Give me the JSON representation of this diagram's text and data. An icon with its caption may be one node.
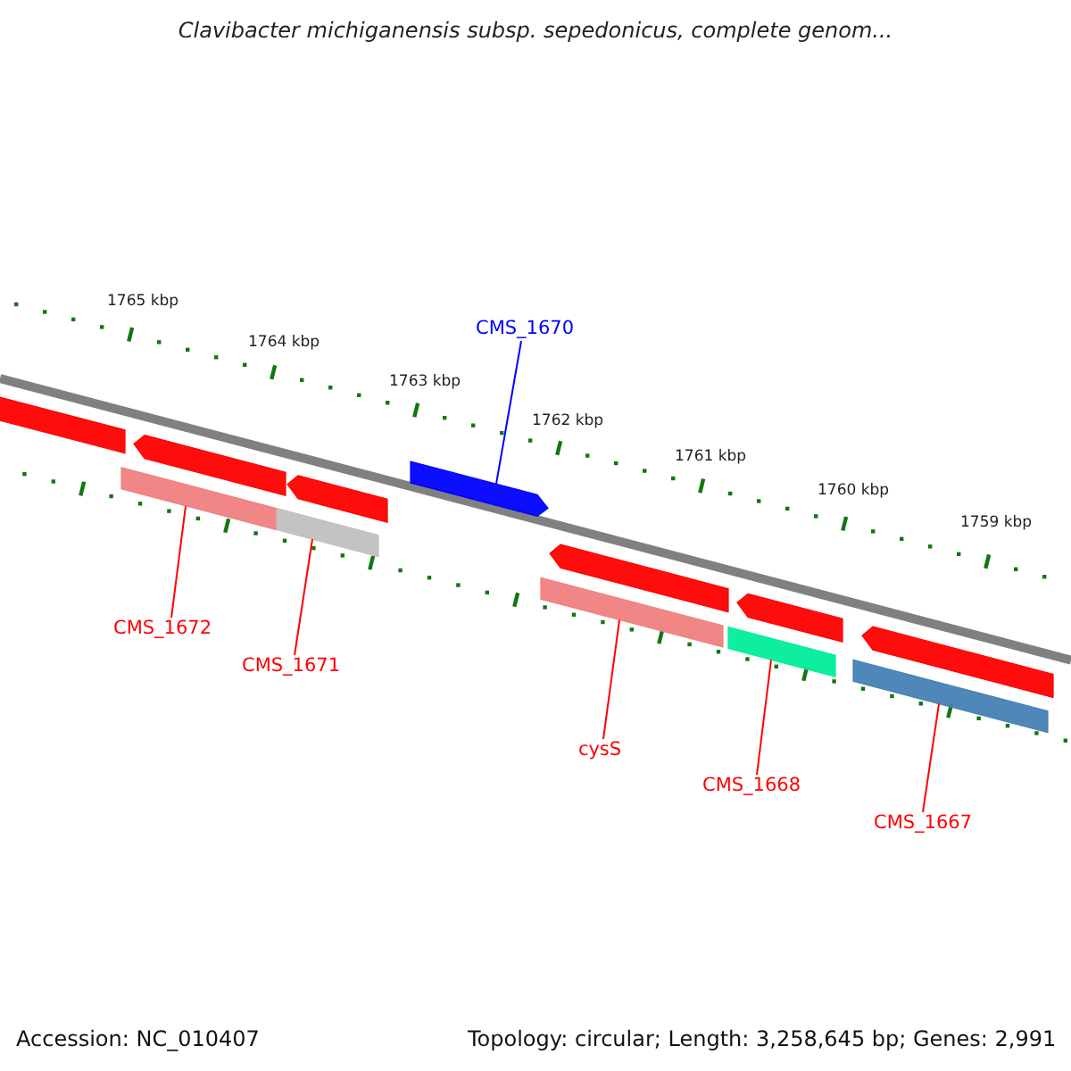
{
  "diagram": {
    "title": "Clavibacter michiganensis subsp. sepedonicus, complete genom...",
    "nodes": [
      {
        "text": [
          "CMS_1670"
        ]
      },
      {
        "text": [],
        "shape": "bar"
      },
      {
        "text": [],
        "shape": "bar"
      },
      {
        "text": [],
        "shape": "bar"
      },
      {
        "text": [],
        "shape": "bar"
      },
      {
        "text": [],
        "shape": "bar"
      },
      {
        "text": [],
        "shape": "bar"
      },
      {
        "text": [
          "CMS_1672"
        ]
      },
      {
        "text": [
          "CMS_1671"
        ]
      },
      {
        "text": [
          "cysS"
        ]
      },
      {
        "text": [
          "CMS_1668"
        ]
      },
      {
        "text": [
          "CMS_1667"
        ]
      },
      {
        "text": [],
        "shape": "bar"
      },
      {
        "text": [],
        "shape": "bar"
      },
      {
        "text": [],
        "shape": "bar"
      },
      {
        "text": [],
        "shape": "bar"
      },
      {
        "text": [],
        "shape": "bar"
      },
      {
        "text": [],
        "shape": "bar"
      }
    ],
    "edges": [
      {
        "from": 0,
        "to": 1,
        "arrow": "none",
        "color": "#0000ff"
      },
      {
        "from": 7,
        "to": 2,
        "arrow": "none"
      },
      {
        "from": 8,
        "to": 3,
        "arrow": "none"
      },
      {
        "from": 9,
        "to": 4,
        "arrow": "none"
      },
      {
        "from": 10,
        "to": 5,
        "arrow": "none"
      },
      {
        "from": 11,
        "to": 6,
        "arrow": "none"
      }
    ],
    "labels": [
      "1765 kbp",
      "1764 kbp",
      "1763 kbp",
      "1762 kbp",
      "1761 kbp",
      "1760 kbp",
      "1759 kbp",
      "Accession: NC_010407",
      "Topology: circular; Length: 3,258,645 bp; Genes: 2,991"
    ]
  }
}
